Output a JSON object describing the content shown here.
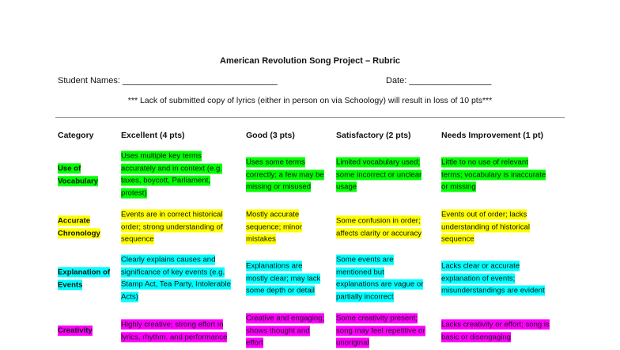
{
  "title": "American Revolution Song Project – Rubric",
  "student_names": "Student Names: ________________________________",
  "date": "Date: _________________",
  "note": "*** Lack of submitted copy of lyrics (either in person on via Schoology) will result in loss of 10 pts***",
  "headers": [
    "Category",
    "Excellent (4 pts)",
    "Good (3 pts)",
    "Satisfactory (2 pts)",
    "Needs Improvement (1 pt)"
  ],
  "rows": [
    {
      "color": "#00ff00",
      "cells": [
        "Use of\nVocabulary",
        "Uses multiple key terms\naccurately and in context (e.g.\ntaxes, boycott, Parliament,\nprotest)",
        "Uses some terms\ncorrectly; a few may be\nmissing or misused",
        "Limited vocabulary used;\nsome incorrect or unclear\nusage",
        "Little to no use of relevant\nterms; vocabulary is inaccurate\nor missing"
      ]
    },
    {
      "color": "#ffff00",
      "cells": [
        "Accurate\nChronology",
        "Events are in correct historical\norder; strong understanding of\nsequence",
        "Mostly accurate\nsequence; minor\nmistakes",
        "Some confusion in order;\naffects clarity or accuracy",
        "Events out of order; lacks\nunderstanding of historical\nsequence"
      ]
    },
    {
      "color": "#00ffff",
      "cells": [
        "Explanation of\nEvents",
        "Clearly explains causes and\nsignificance of key events (e.g.\nStamp Act, Tea Party, Intolerable\nActs)",
        "Explanations are\nmostly clear; may lack\nsome depth or detail",
        "Some events are\nmentioned but\nexplanations are vague or\npartially incorrect",
        "Lacks clear or accurate\nexplanation of events;\nmisunderstandings are evident"
      ]
    },
    {
      "color": "#ff00ff",
      "cells": [
        "Creativity",
        "Highly creative; strong effort in\nlyrics, rhythm, and performance",
        "Creative and engaging;\nshows thought and\neffort",
        "Some creativity present;\nsong may feel repetitive or\nunoriginal",
        "Lacks creativity or effort; song is\nbasic or disengaging"
      ]
    }
  ]
}
